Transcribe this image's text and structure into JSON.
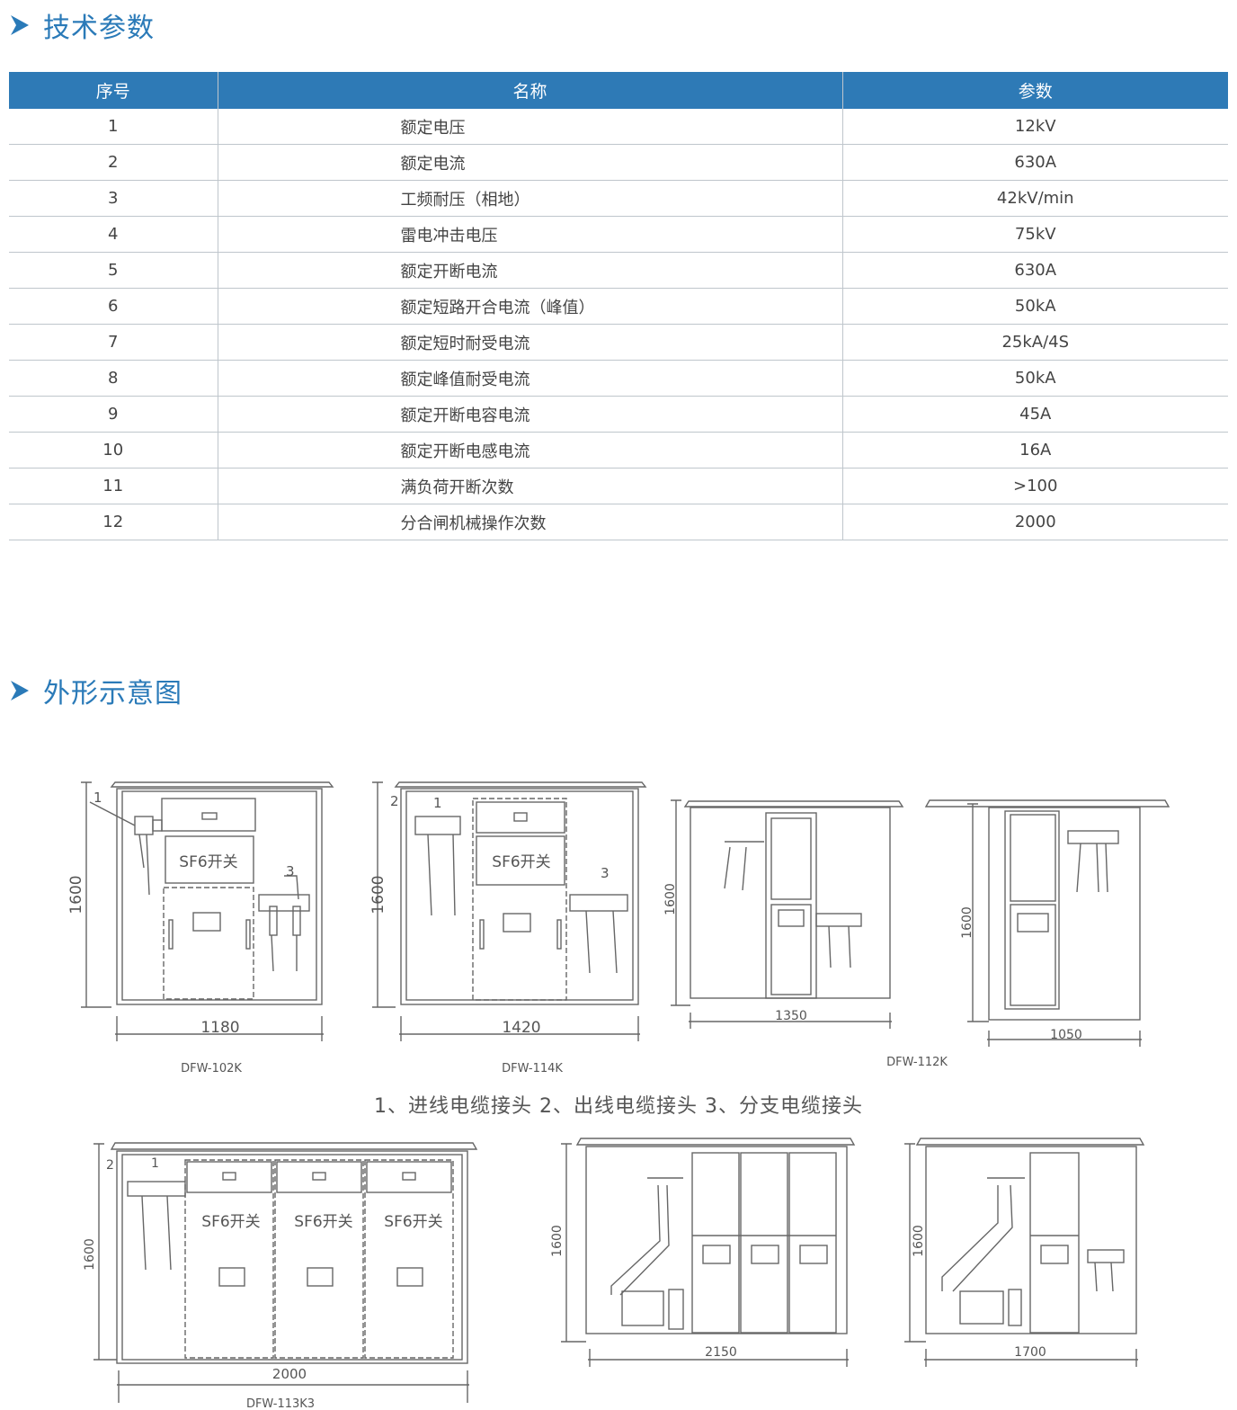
{
  "section1": {
    "title": "技术参数"
  },
  "table": {
    "headers": [
      "序号",
      "名称",
      "参数"
    ],
    "rows": [
      [
        "1",
        "额定电压",
        "12kV"
      ],
      [
        "2",
        "额定电流",
        "630A"
      ],
      [
        "3",
        "工频耐压（相地）",
        "42kV/min"
      ],
      [
        "4",
        "雷电冲击电压",
        "75kV"
      ],
      [
        "5",
        "额定开断电流",
        "630A"
      ],
      [
        "6",
        "额定短路开合电流（峰值）",
        "50kA"
      ],
      [
        "7",
        "额定短时耐受电流",
        "25kA/4S"
      ],
      [
        "8",
        "额定峰值耐受电流",
        "50kA"
      ],
      [
        "9",
        "额定开断电容电流",
        "45A"
      ],
      [
        "10",
        "额定开断电感电流",
        "16A"
      ],
      [
        "11",
        "满负荷开断次数",
        ">100"
      ],
      [
        "12",
        "分合闸机械操作次数",
        "2000"
      ]
    ]
  },
  "section2": {
    "title": "外形示意图"
  },
  "drawings": {
    "height_label": "1600",
    "switch_label": "SF6开关",
    "dfw102k": {
      "model": "DFW-102K",
      "width": "1180"
    },
    "dfw114k": {
      "model": "DFW-114K",
      "width": "1420"
    },
    "dfw112k": {
      "model": "DFW-112K",
      "width_a": "1350",
      "width_b": "1050"
    },
    "dfw113k3": {
      "model": "DFW-113K3",
      "width": "2000"
    },
    "right": {
      "width_a": "2150",
      "width_b": "1700"
    },
    "callouts": {
      "n1": "1",
      "n2": "2",
      "n3": "3"
    }
  },
  "legend": "1、进线电缆接头  2、出线电缆接头  3、分支电缆接头",
  "colors": {
    "accent": "#2e7ab6",
    "title": "#2a7ab8"
  }
}
